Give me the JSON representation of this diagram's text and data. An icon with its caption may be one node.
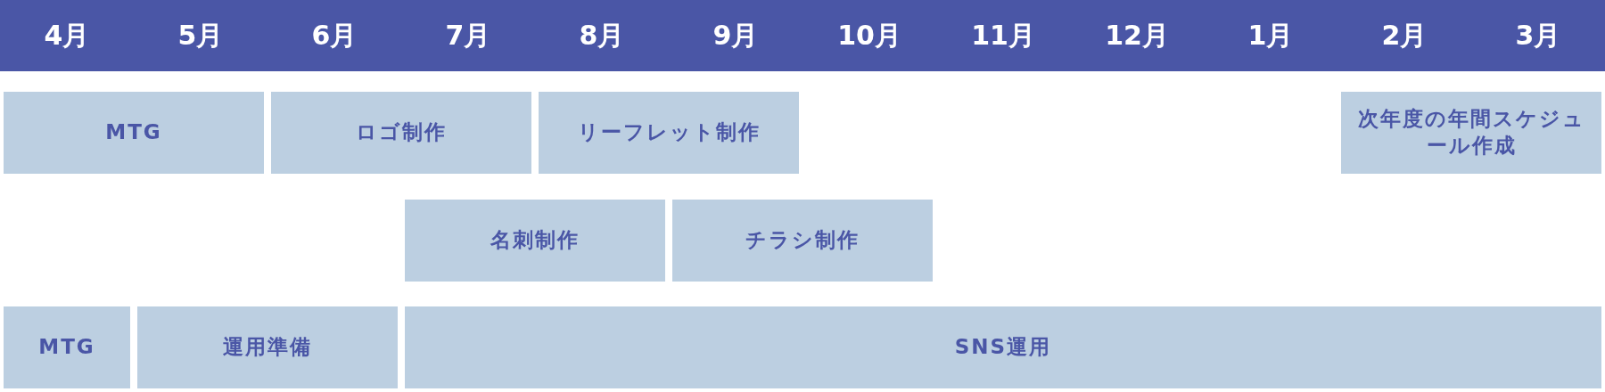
{
  "diagram": {
    "nodes": [
      {
        "text": [
          "MTG"
        ]
      },
      {
        "text": [
          "ロゴ制作"
        ]
      },
      {
        "text": [
          "リーフレット制作"
        ]
      },
      {
        "text": [
          "次年度の年間スケジュール作成"
        ]
      },
      {
        "text": [
          "名刺制作"
        ]
      },
      {
        "text": [
          "チラシ制作"
        ]
      },
      {
        "text": [
          "MTG"
        ]
      },
      {
        "text": [
          "運用準備"
        ]
      },
      {
        "text": [
          "SNS運用"
        ]
      }
    ],
    "edges": [],
    "labels": [
      "4月",
      "5月",
      "6月",
      "7月",
      "8月",
      "9月",
      "10月",
      "11月",
      "12月",
      "1月",
      "2月",
      "3月"
    ]
  }
}
